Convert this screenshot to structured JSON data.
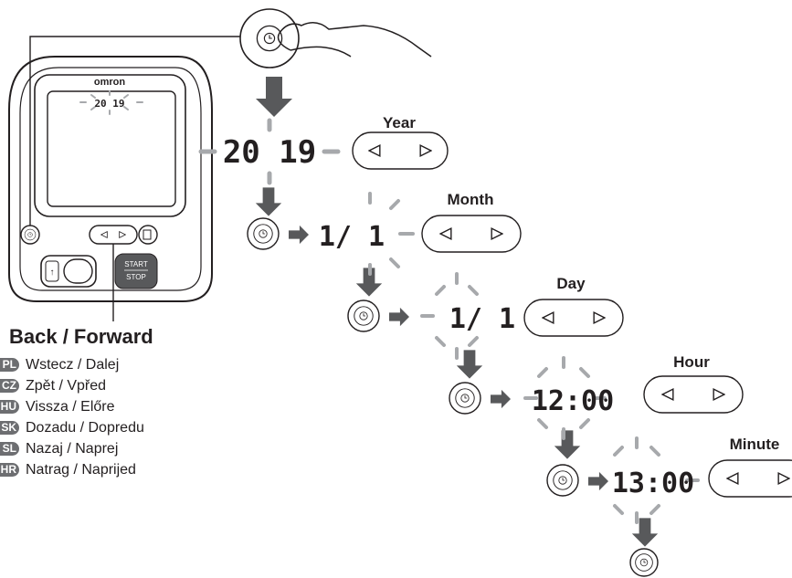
{
  "device": {
    "brand": "omron",
    "display_year": "20 19",
    "start_label": "START",
    "stop_label": "STOP"
  },
  "steps": {
    "year": {
      "label": "Year",
      "display": "20 19"
    },
    "month": {
      "label": "Month",
      "display": "1/ 1"
    },
    "day": {
      "label": "Day",
      "display": "1/ 1"
    },
    "hour": {
      "label": "Hour",
      "display": "12:00"
    },
    "minute": {
      "label": "Minute",
      "display": "13:00"
    }
  },
  "legend": {
    "title": "Back / Forward",
    "items": [
      {
        "code": "PL",
        "text": "Wstecz / Dalej"
      },
      {
        "code": "CZ",
        "text": "Zpět / Vpřed"
      },
      {
        "code": "HU",
        "text": "Vissza / Előre"
      },
      {
        "code": "SK",
        "text": "Dozadu / Dopredu"
      },
      {
        "code": "SL",
        "text": "Nazaj / Naprej"
      },
      {
        "code": "HR",
        "text": "Natrag / Naprijed"
      }
    ]
  },
  "colors": {
    "arrow": "#58595b",
    "rays": "#a7a9ac",
    "badge": "#6d6e71",
    "ink": "#231f20"
  },
  "icons": {
    "clock": "clock-button-icon",
    "back": "triangle-left-icon",
    "forward": "triangle-right-icon"
  }
}
